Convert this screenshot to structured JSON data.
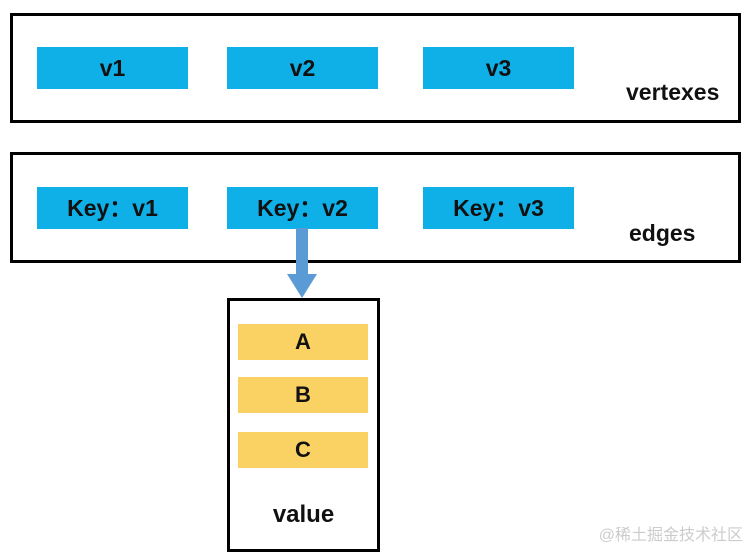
{
  "vertexes_section": {
    "label": "vertexes",
    "cells": [
      "v1",
      "v2",
      "v3"
    ]
  },
  "edges_section": {
    "label": "edges",
    "cells": [
      "Key：v1",
      "Key：v2",
      "Key：v3"
    ]
  },
  "value_section": {
    "label": "value",
    "cells": [
      "A",
      "B",
      "C"
    ]
  },
  "watermark": "@稀土掘金技术社区",
  "colors": {
    "cell_blue": "#0fb0e8",
    "cell_yellow": "#fad264",
    "arrow_blue": "#5b9bd5",
    "border_black": "#000000",
    "watermark_gray": "#cccccc",
    "text_dark": "#111111"
  }
}
